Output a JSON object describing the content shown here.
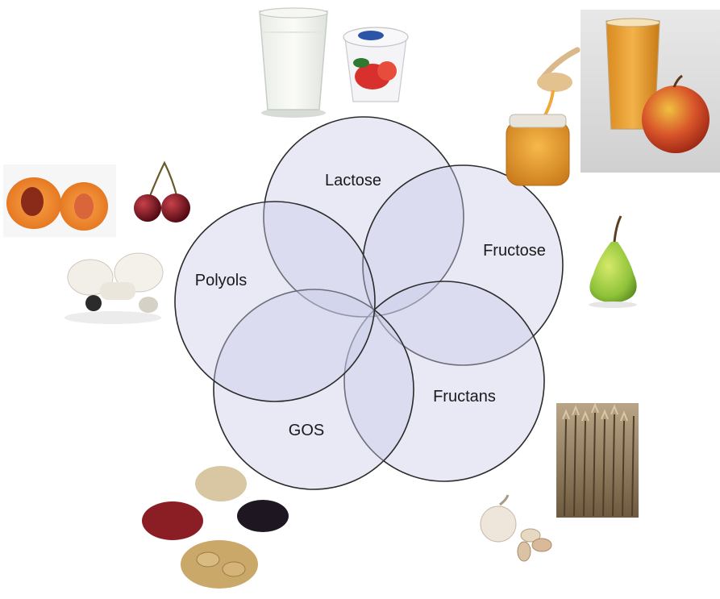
{
  "diagram": {
    "sets": [
      {
        "id": "lactose",
        "label": "Lactose"
      },
      {
        "id": "fructose",
        "label": "Fructose"
      },
      {
        "id": "fructans",
        "label": "Fructans"
      },
      {
        "id": "gos",
        "label": "GOS"
      },
      {
        "id": "polyols",
        "label": "Polyols"
      }
    ],
    "images": [
      {
        "name": "milk-glass-image"
      },
      {
        "name": "yogurt-cup-image"
      },
      {
        "name": "honey-jar-image"
      },
      {
        "name": "apple-juice-image"
      },
      {
        "name": "pear-image"
      },
      {
        "name": "peach-halves-image"
      },
      {
        "name": "cherries-image"
      },
      {
        "name": "mushrooms-image"
      },
      {
        "name": "wheat-field-image"
      },
      {
        "name": "garlic-image"
      },
      {
        "name": "beans-image"
      }
    ],
    "colors": {
      "circle_fill": "#c9cbe8",
      "circle_stroke": "#2b2b2b"
    }
  }
}
